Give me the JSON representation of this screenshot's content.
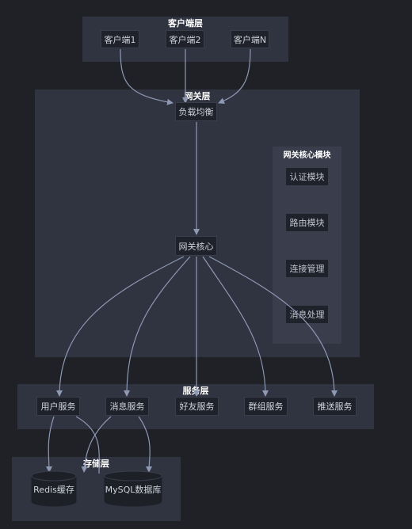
{
  "client_layer": {
    "title": "客户端层",
    "clients": [
      "客户端1",
      "客户端2",
      "客户端N"
    ]
  },
  "gateway_layer": {
    "title": "网关层",
    "load_balancer": "负载均衡",
    "gateway_core": "网关核心"
  },
  "core_modules": {
    "title": "网关核心模块",
    "items": [
      "认证模块",
      "路由模块",
      "连接管理",
      "消息处理"
    ]
  },
  "service_layer": {
    "title": "服务层",
    "services": [
      "用户服务",
      "消息服务",
      "好友服务",
      "群组服务",
      "推送服务"
    ]
  },
  "storage_layer": {
    "title": "存储层",
    "stores": [
      "Redis缓存",
      "MySQL数据库"
    ]
  },
  "colors": {
    "background": "#1f2127",
    "layer": "#303340",
    "node": "#20222b",
    "edge": "#8e99b3"
  }
}
